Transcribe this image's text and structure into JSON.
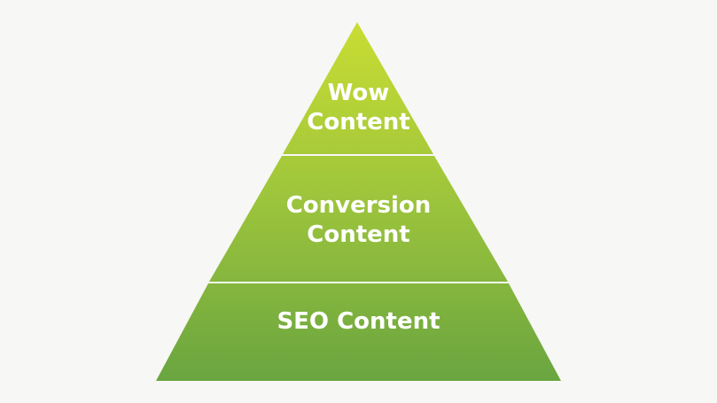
{
  "colors": {
    "background": "#f7f7f5",
    "gradient_top": "#c9dd33",
    "gradient_mid": "#9cc43c",
    "gradient_bottom": "#6aa540",
    "divider": "#ffffff",
    "label_text": "#ffffff"
  },
  "pyramid": {
    "tiers": [
      {
        "line1": "Wow",
        "line2": "Content"
      },
      {
        "line1": "Conversion",
        "line2": "Content"
      },
      {
        "line1": "SEO Content",
        "line2": ""
      }
    ]
  }
}
